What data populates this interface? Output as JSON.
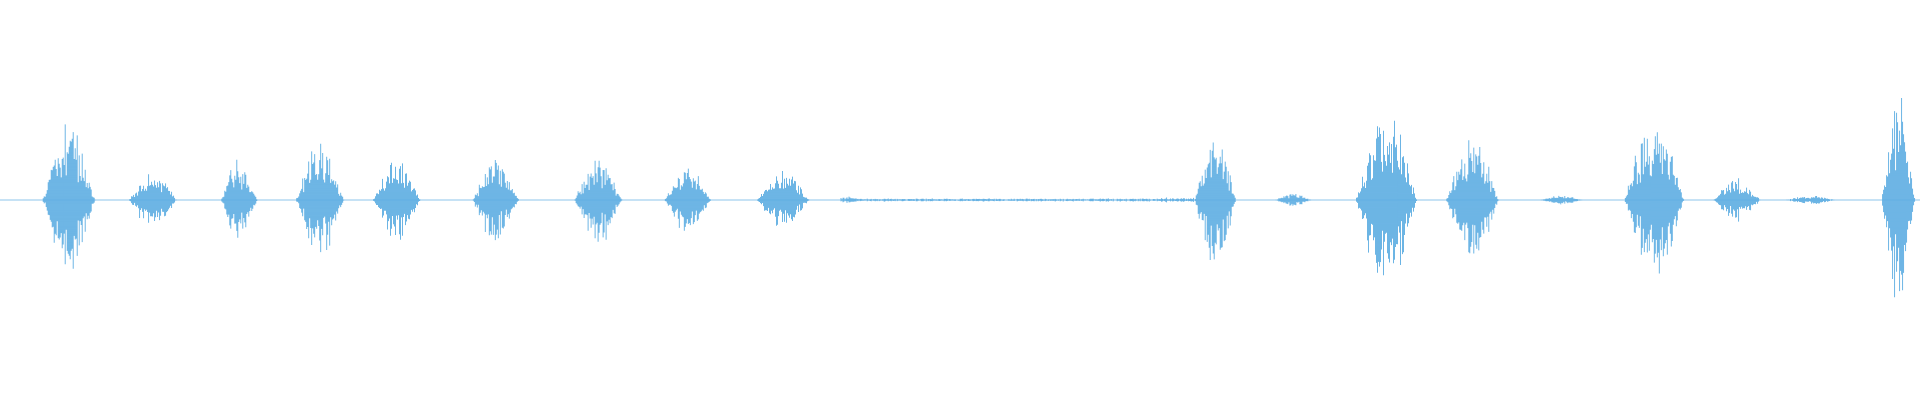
{
  "waveform": {
    "color": "#5dade2",
    "background": "#ffffff",
    "description_shape": "audio-waveform",
    "bursts": [
      {
        "start": 0.022,
        "end": 0.054,
        "amp": 0.34
      },
      {
        "start": 0.067,
        "end": 0.096,
        "amp": 0.13
      },
      {
        "start": 0.115,
        "end": 0.137,
        "amp": 0.18
      },
      {
        "start": 0.154,
        "end": 0.183,
        "amp": 0.28
      },
      {
        "start": 0.194,
        "end": 0.223,
        "amp": 0.19
      },
      {
        "start": 0.246,
        "end": 0.274,
        "amp": 0.2
      },
      {
        "start": 0.299,
        "end": 0.328,
        "amp": 0.2
      },
      {
        "start": 0.346,
        "end": 0.374,
        "amp": 0.16
      },
      {
        "start": 0.394,
        "end": 0.426,
        "amp": 0.13
      },
      {
        "start": 0.622,
        "end": 0.647,
        "amp": 0.32
      },
      {
        "start": 0.664,
        "end": 0.686,
        "amp": 0.03
      },
      {
        "start": 0.706,
        "end": 0.743,
        "amp": 0.41
      },
      {
        "start": 0.753,
        "end": 0.785,
        "amp": 0.28
      },
      {
        "start": 0.802,
        "end": 0.828,
        "amp": 0.02
      },
      {
        "start": 0.846,
        "end": 0.882,
        "amp": 0.4
      },
      {
        "start": 0.892,
        "end": 0.921,
        "amp": 0.1
      },
      {
        "start": 0.93,
        "end": 0.96,
        "amp": 0.02
      },
      {
        "start": 0.98,
        "end": 1.0,
        "amp": 0.5
      }
    ],
    "quiet_ticks": [
      {
        "start": 0.438,
        "end": 0.447,
        "amp": 0.015
      },
      {
        "start": 0.447,
        "end": 0.605,
        "amp": 0.008
      },
      {
        "start": 0.605,
        "end": 0.622,
        "amp": 0.012
      }
    ]
  }
}
